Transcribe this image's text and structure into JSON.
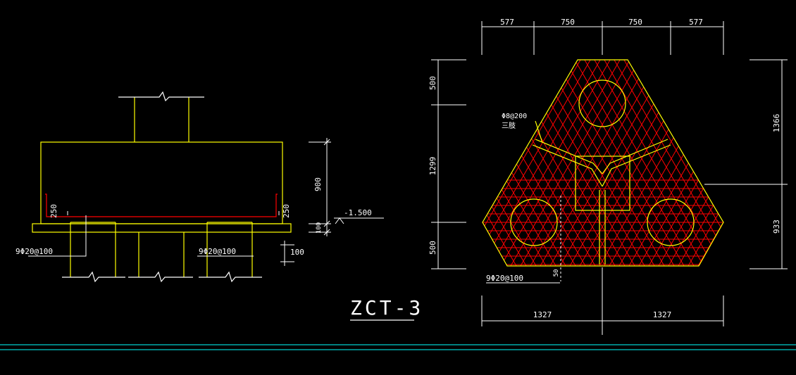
{
  "colors": {
    "background": "#000000",
    "outline": "#ffff00",
    "rebar": "#ff0000",
    "dimension": "#ffffff",
    "axis_line": "#00ffff"
  },
  "drawing_title": "ZCT-3",
  "section": {
    "dim_900": "900",
    "dim_100_right": "100",
    "dim_100_bottom": "100",
    "elevation": "-1.500",
    "cover_left": "250",
    "cover_right": "250",
    "rebar_left": "9Φ20@100",
    "rebar_right": "9Φ20@100"
  },
  "plan": {
    "top_dims": [
      "577",
      "750",
      "750",
      "577"
    ],
    "left_dims": [
      "500",
      "1299",
      "500"
    ],
    "right_dims": [
      "1366",
      "933"
    ],
    "bottom_dims": [
      "1327",
      "1327"
    ],
    "bottom_small": "50",
    "stirrup_line1": "Φ8@200",
    "stirrup_line2": "三肢",
    "bottom_rebar": "9Φ20@100"
  }
}
